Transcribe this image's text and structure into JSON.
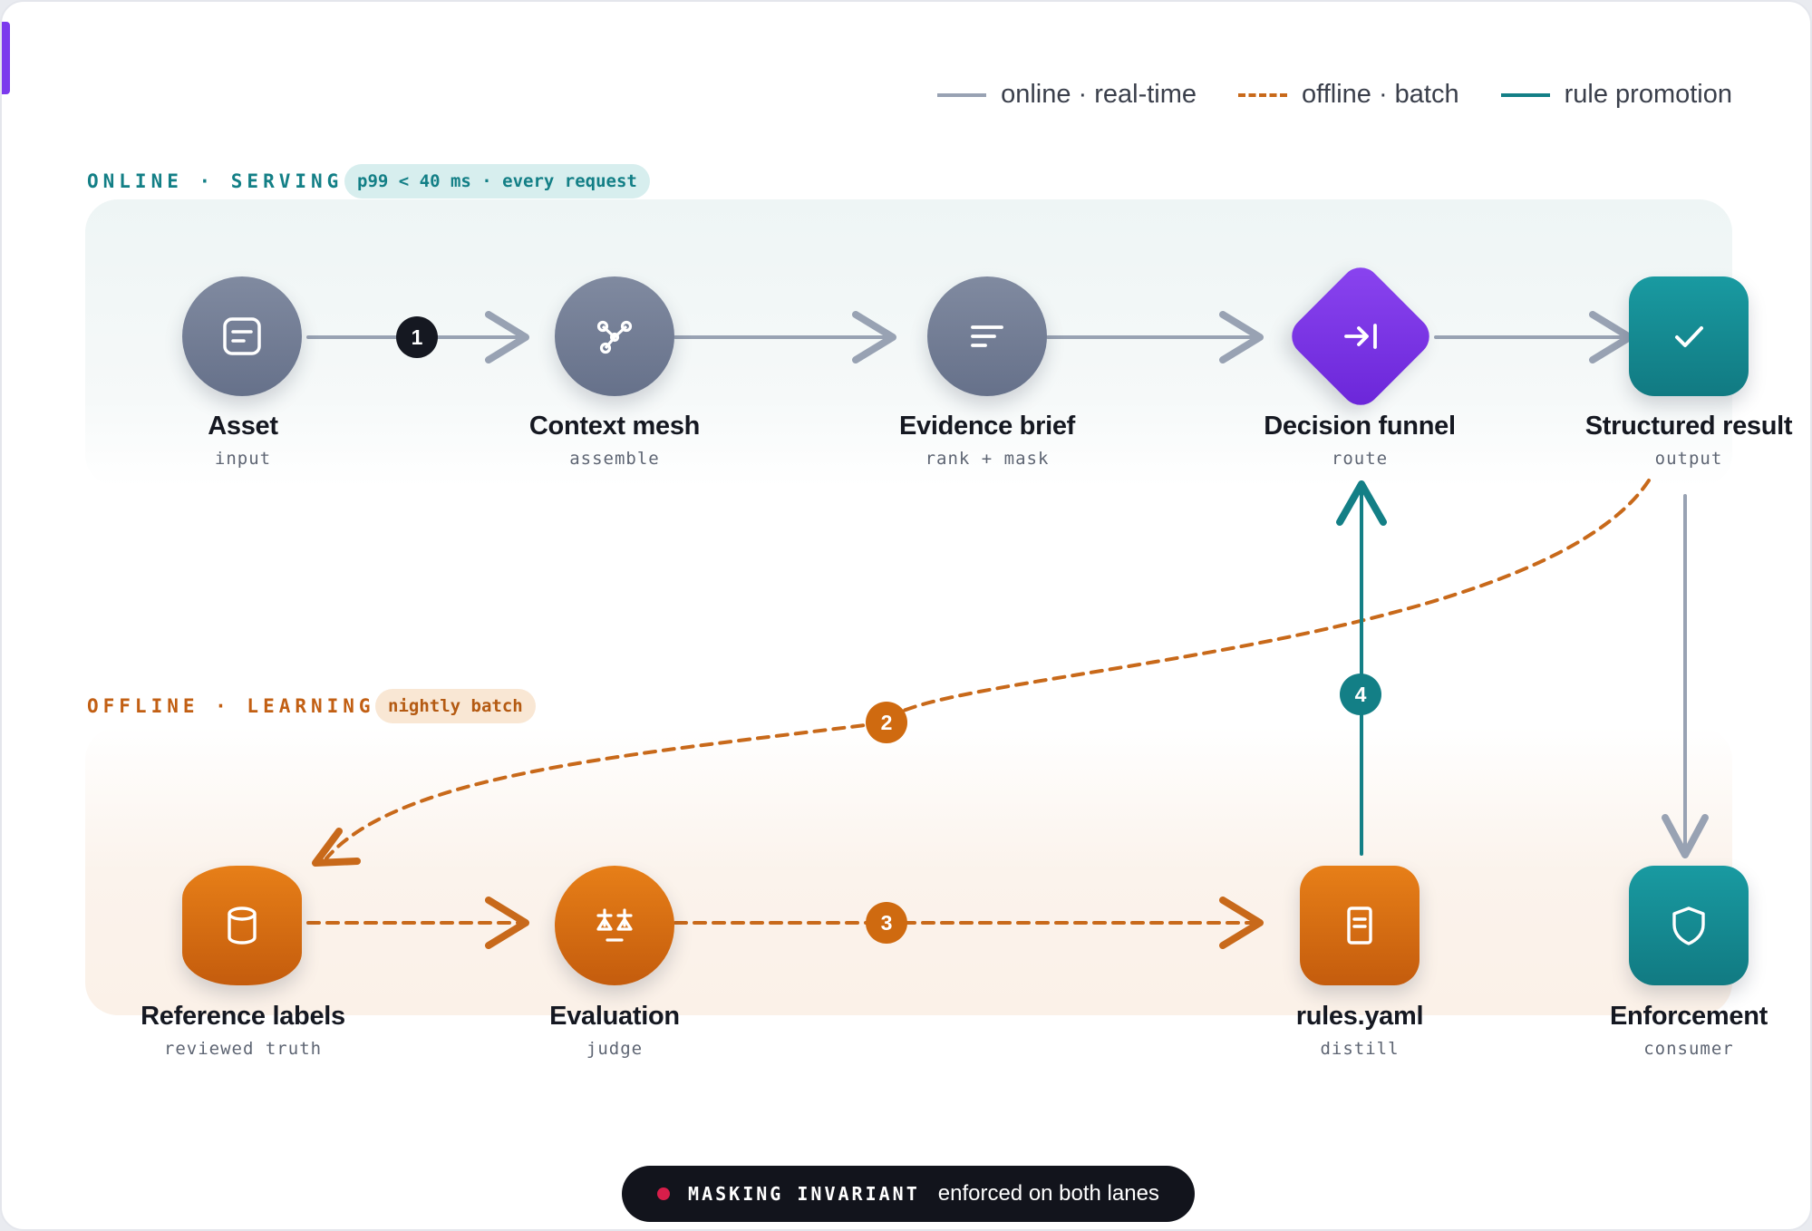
{
  "legend": [
    {
      "label": "online · real-time",
      "color": "#98a2b3"
    },
    {
      "label": "offline · batch",
      "color": "#c8691a"
    },
    {
      "label": "rule promotion",
      "color": "#137f86"
    }
  ],
  "lanes": {
    "online": {
      "label": "ONLINE · SERVING",
      "pill": "p99 < 40 ms · every request"
    },
    "offline": {
      "label": "OFFLINE · LEARNING",
      "pill": "nightly batch"
    }
  },
  "nodes": {
    "asset": {
      "title": "Asset",
      "sub": "input",
      "icon": "document-icon"
    },
    "context_mesh": {
      "title": "Context mesh",
      "sub": "assemble",
      "icon": "graph-icon"
    },
    "evidence_brief": {
      "title": "Evidence brief",
      "sub": "rank + mask",
      "icon": "lines-icon"
    },
    "decision_funnel": {
      "title": "Decision funnel",
      "sub": "route",
      "icon": "route-arrow-icon"
    },
    "structured_result": {
      "title": "Structured result",
      "sub": "output",
      "icon": "check-icon"
    },
    "reference_labels": {
      "title": "Reference labels",
      "sub": "reviewed truth",
      "icon": "database-icon"
    },
    "evaluation": {
      "title": "Evaluation",
      "sub": "judge",
      "icon": "scales-icon"
    },
    "rules_yaml": {
      "title": "rules.yaml",
      "sub": "distill",
      "icon": "file-icon"
    },
    "enforcement": {
      "title": "Enforcement",
      "sub": "consumer",
      "icon": "shield-icon"
    }
  },
  "steps": [
    "1",
    "2",
    "3",
    "4"
  ],
  "colors": {
    "online": "#98a2b3",
    "offline": "#c8691a",
    "promotion": "#137f86",
    "accent": "#7c3aed"
  },
  "footer": {
    "label": "MASKING INVARIANT",
    "text": "enforced on both lanes"
  }
}
